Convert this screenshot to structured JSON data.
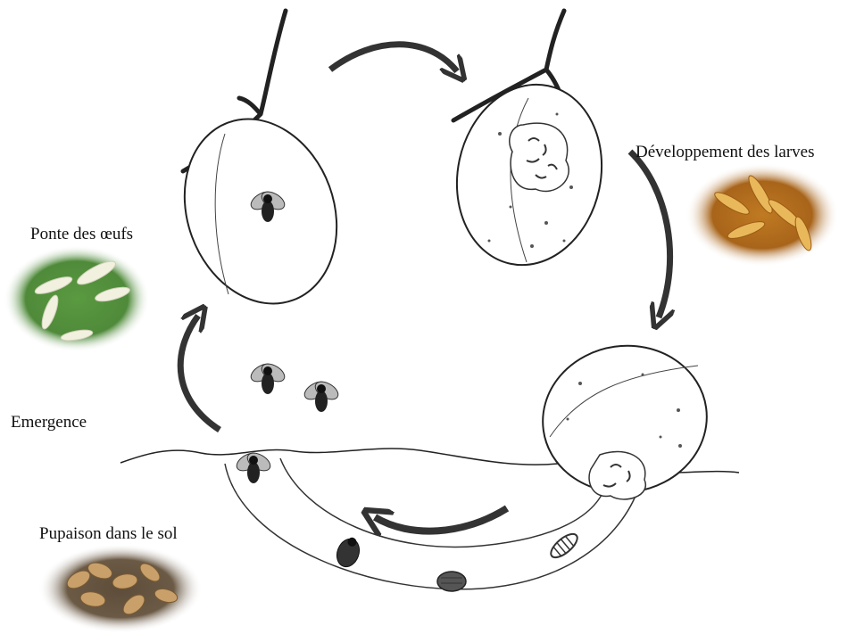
{
  "labels": {
    "ponte": "Ponte des œufs",
    "developpement": "Développement des larves",
    "emergence": "Emergence",
    "pupaison": "Pupaison dans le sol"
  },
  "colors": {
    "line": "#222222",
    "arrow": "#333333",
    "grass": "#4f8a3a",
    "egg": "#f2f1df",
    "larva": "#e0a12e",
    "soil": "#6b5a45",
    "pupa": "#c9a06a"
  },
  "icons": [
    "fly-icon",
    "larva-icon",
    "pupa-icon",
    "egg-icon"
  ]
}
